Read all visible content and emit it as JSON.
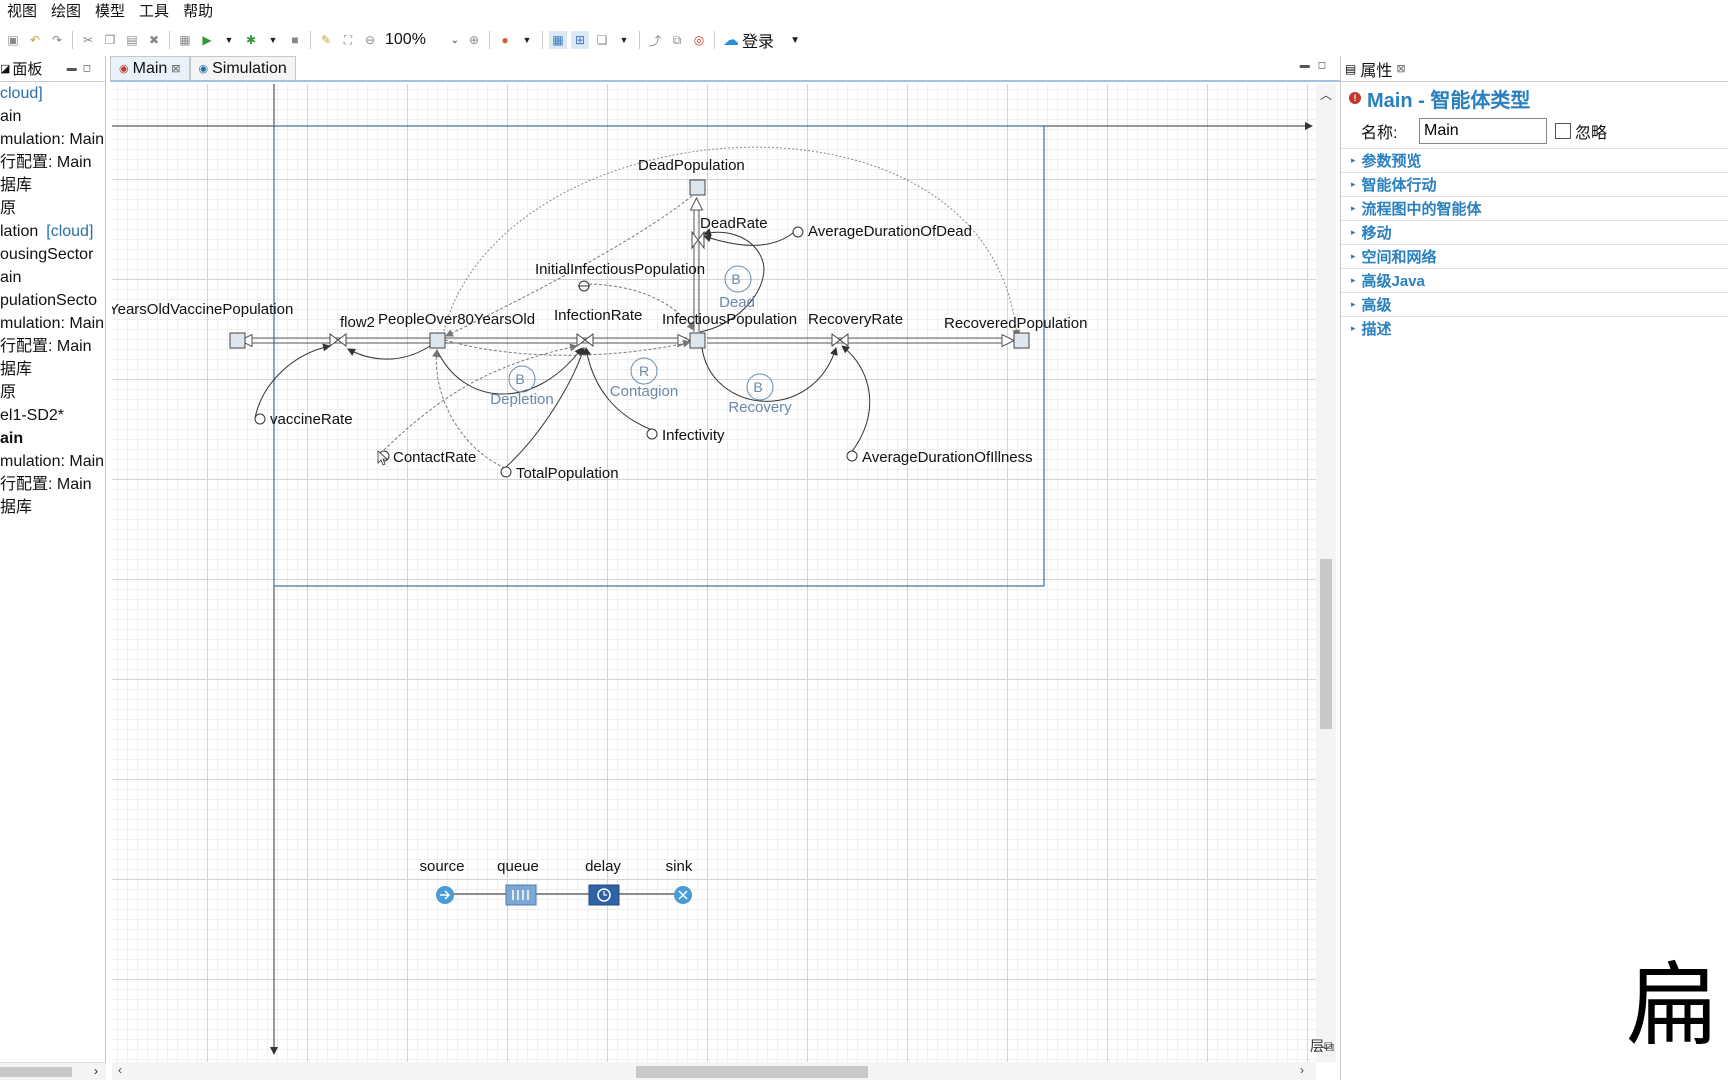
{
  "menu": [
    "视图",
    "绘图",
    "模型",
    "工具",
    "帮助"
  ],
  "toolbar": {
    "zoom": "100%",
    "login": "登录"
  },
  "left_panel": {
    "tab_label": "面板",
    "items": [
      {
        "text": "cloud]",
        "cloud": true,
        "bold": false
      },
      {
        "text": "ain",
        "bold": false
      },
      {
        "text": "mulation: Main",
        "bold": false
      },
      {
        "text": "行配置: Main",
        "bold": false
      },
      {
        "text": "据库",
        "bold": false
      },
      {
        "text": "原",
        "bold": false
      },
      {
        "text": "lation",
        "suffix": "[cloud]",
        "bold": false
      },
      {
        "text": "ousingSector",
        "bold": false
      },
      {
        "text": "ain",
        "bold": false
      },
      {
        "text": "pulationSecto",
        "bold": false
      },
      {
        "text": "mulation: Main",
        "bold": false
      },
      {
        "text": "行配置: Main",
        "bold": false
      },
      {
        "text": "据库",
        "bold": false
      },
      {
        "text": "原",
        "bold": false
      },
      {
        "text": "el1-SD2*",
        "bold": false
      },
      {
        "text": "ain",
        "bold": true
      },
      {
        "text": "mulation: Main",
        "bold": false
      },
      {
        "text": "行配置: Main",
        "bold": false
      },
      {
        "text": "据库",
        "bold": false
      }
    ]
  },
  "editor": {
    "tabs": [
      "Main",
      "Simulation"
    ],
    "diagram": {
      "stocks": [
        "DeadPopulation",
        "PeopleOver80YearsOld",
        "InfectiousPopulation",
        "RecoveredPopulation"
      ],
      "left_cloud_label": ")YearsOldVaccinePopulation",
      "flows": [
        "flow2",
        "InfectionRate",
        "RecoveryRate",
        "DeadRate"
      ],
      "variables": [
        "AverageDurationOfDead",
        "InitialInfectiousPopulation",
        "vaccineRate",
        "ContactRate",
        "TotalPopulation",
        "Infectivity",
        "AverageDurationOfIllness"
      ],
      "loops": [
        {
          "sign": "B",
          "name": "Dead"
        },
        {
          "sign": "B",
          "name": "Depletion"
        },
        {
          "sign": "R",
          "name": "Contagion"
        },
        {
          "sign": "B",
          "name": "Recovery"
        }
      ],
      "process_blocks": [
        "source",
        "queue",
        "delay",
        "sink"
      ]
    }
  },
  "properties": {
    "tab_label": "属性",
    "title": "Main - 智能体类型",
    "name_label": "名称:",
    "name_value": "Main",
    "ignore_label": "忽略",
    "sections": [
      "参数预览",
      "智能体行动",
      "流程图中的智能体",
      "移动",
      "空间和网络",
      "高级Java",
      "高级",
      "描述"
    ]
  },
  "watermark": "扁",
  "colors": {
    "accent": "#2a7fbf",
    "loop": "#6a8aa8",
    "frame": "#3b6e9e"
  }
}
